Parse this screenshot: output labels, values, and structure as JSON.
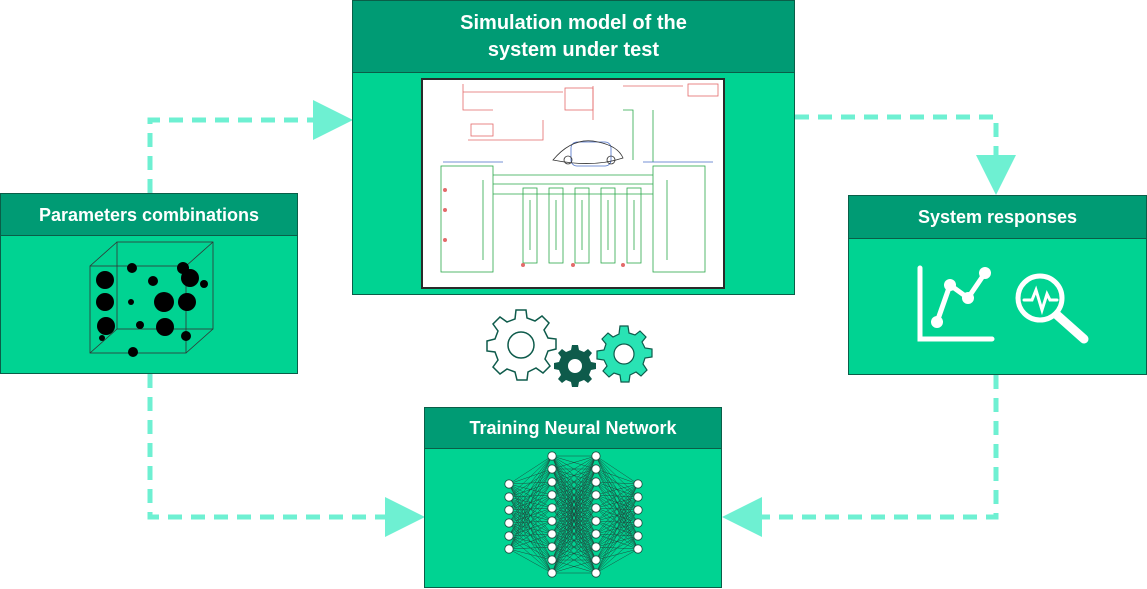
{
  "nodes": {
    "params": {
      "title": "Parameters  combinations"
    },
    "simulation": {
      "title_line1": "Simulation model of the",
      "title_line2": "system under test"
    },
    "responses": {
      "title": "System responses"
    },
    "training": {
      "title": "Training Neural Network"
    }
  },
  "edges": [
    {
      "from": "params",
      "to": "simulation"
    },
    {
      "from": "simulation",
      "to": "responses"
    },
    {
      "from": "params",
      "to": "training"
    },
    {
      "from": "responses",
      "to": "training"
    }
  ],
  "icons": {
    "params": "scatter-cube-icon",
    "responses_left": "line-chart-icon",
    "responses_right": "magnifier-waveform-icon",
    "center": "gears-icon",
    "training": "neural-network-icon",
    "simulation": "vehicle-schematic-image"
  },
  "colors": {
    "box_fill": "#00d392",
    "header_fill": "#009b74",
    "box_border": "#0a5e48",
    "arrow": "#6ef0d2",
    "gear_dark": "#0e5b4b",
    "gear_teal": "#29e3b4"
  }
}
